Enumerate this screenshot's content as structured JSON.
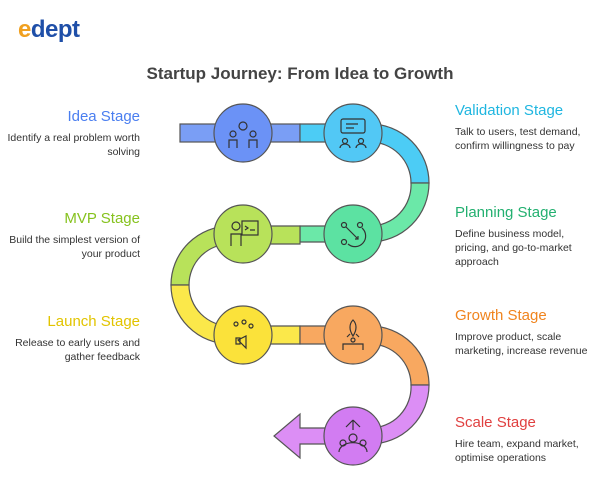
{
  "logo": {
    "prefix": "e",
    "rest": "dept"
  },
  "title": "Startup Journey: From Idea to Growth",
  "stages": [
    {
      "name": "Idea Stage",
      "desc": "Identify a real problem worth solving",
      "color": "#4a7ef0",
      "icon": "lightbulb-people-icon"
    },
    {
      "name": "Validation Stage",
      "desc": "Talk to users, test demand, confirm willingness to pay",
      "color": "#1fb6e0",
      "icon": "chat-users-icon"
    },
    {
      "name": "MVP Stage",
      "desc": "Build the simplest version of your product",
      "color": "#86c21e",
      "icon": "developer-terminal-icon"
    },
    {
      "name": "Planning Stage",
      "desc": "Define business model, pricing, and go-to-market approach",
      "color": "#23b070",
      "icon": "strategy-path-icon"
    },
    {
      "name": "Launch Stage",
      "desc": "Release to early users and gather feedback",
      "color": "#e2c400",
      "icon": "megaphone-icon"
    },
    {
      "name": "Growth Stage",
      "desc": "Improve product, scale marketing, increase revenue",
      "color": "#f0841e",
      "icon": "rocket-icon"
    },
    {
      "name": "Scale Stage",
      "desc": "Hire team, expand market, optimise operations",
      "color": "#e04040",
      "icon": "team-growth-icon"
    }
  ]
}
